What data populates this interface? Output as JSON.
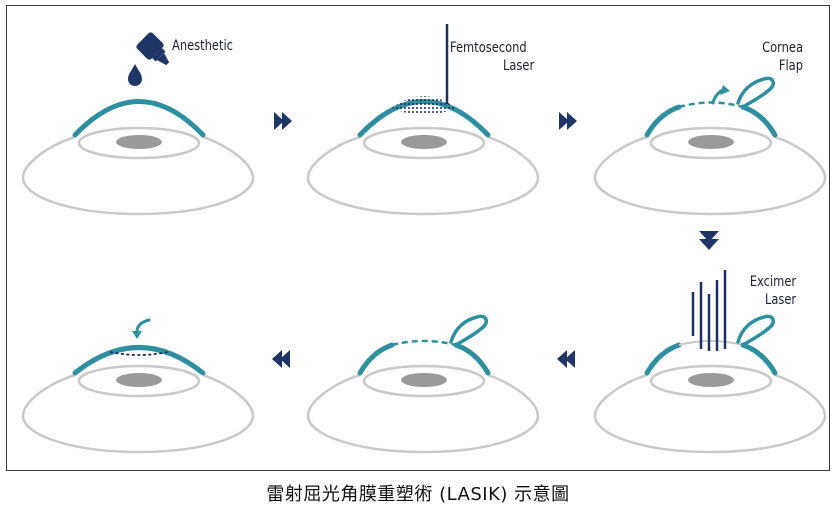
{
  "caption": "雷射屈光角膜重塑術 (LASIK) 示意圖",
  "steps": [
    {
      "label": "Anesthetic"
    },
    {
      "label": "Femtosecond Laser",
      "lines": [
        "Femtosecond",
        "Laser"
      ]
    },
    {
      "label": "Cornea Flap",
      "lines": [
        "Cornea",
        "Flap"
      ]
    },
    {
      "label": "Excimer Laser",
      "lines": [
        "Excimer",
        "Laser"
      ]
    }
  ],
  "colors": {
    "cornea": "#2e8fa0",
    "eye_outline": "#c9c9c9",
    "pupil": "#9a9a9a",
    "arrow": "#1f3566",
    "laser": "#1f2f5e",
    "text": "#1c2232"
  },
  "icons": {
    "dropper": "eye-drop-bottle-icon",
    "drop": "liquid-drop-icon",
    "flow_arrow": "double-triangle-arrow-icon"
  }
}
